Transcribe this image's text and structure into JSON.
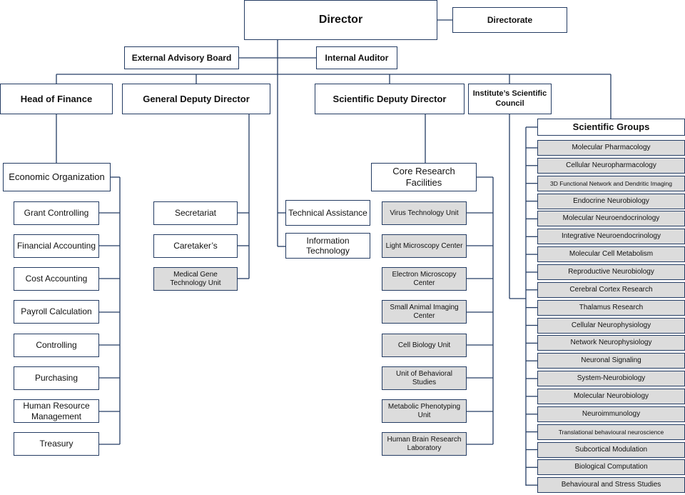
{
  "top": {
    "director": "Director",
    "directorate": "Directorate",
    "external_advisory_board": "External Advisory Board",
    "internal_auditor": "Internal Auditor",
    "head_of_finance": "Head of Finance",
    "general_deputy_director": "General Deputy Director",
    "scientific_deputy_director": "Scientific Deputy Director",
    "institutes_scientific_council": "Institute’s Scientific Council"
  },
  "finance": {
    "header": "Economic Organization",
    "items": [
      "Grant Controlling",
      "Financial Accounting",
      "Cost Accounting",
      "Payroll Calculation",
      "Controlling",
      "Purchasing",
      "Human Resource Management",
      "Treasury"
    ]
  },
  "general": {
    "items": [
      "Secretariat",
      "Caretaker’s",
      "Medical Gene Technology Unit"
    ]
  },
  "director_units": {
    "items": [
      "Technical Assistance",
      "Information Technology"
    ]
  },
  "core": {
    "header": "Core Research Facilities",
    "items": [
      "Virus Technology Unit",
      "Light Microscopy Center",
      "Electron Microscopy Center",
      "Small Animal Imaging Center",
      "Cell Biology Unit",
      "Unit of Behavioral Studies",
      "Metabolic Phenotyping Unit",
      "Human Brain Research Laboratory"
    ]
  },
  "groups": {
    "header": "Scientific Groups",
    "items": [
      "Molecular Pharmacology",
      "Cellular Neuropharmacology",
      "3D Functional Network and Dendritic Imaging",
      "Endocrine Neurobiology",
      "Molecular Neuroendocrinology",
      "Integrative Neuroendocrinology",
      "Molecular Cell Metabolism",
      "Reproductive Neurobiology",
      "Cerebral Cortex Research",
      "Thalamus Research",
      "Cellular Neurophysiology",
      "Network Neurophysiology",
      "Neuronal Signaling",
      "System-Neurobiology",
      "Molecular Neurobiology",
      "Neuroimmunology",
      "Translational behavioural neuroscience",
      "Subcortical Modulation",
      "Biological Computation",
      "Behavioural and Stress Studies"
    ]
  }
}
